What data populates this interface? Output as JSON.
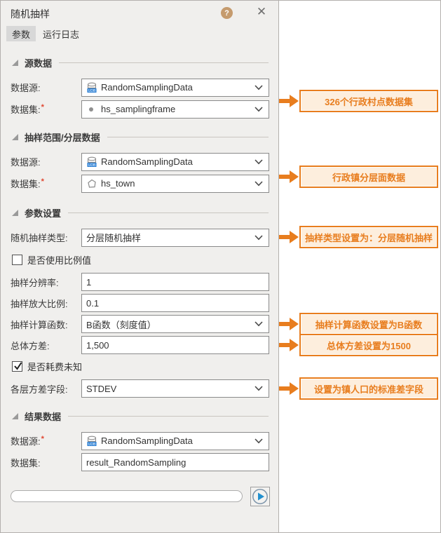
{
  "window": {
    "title": "随机抽样"
  },
  "tabs": {
    "params": "参数",
    "run_log": "运行日志"
  },
  "sections": {
    "source": {
      "title": "源数据",
      "datasource_label": "数据源:",
      "datasource_value": "RandomSamplingData",
      "dataset_label": "数据集:",
      "dataset_required_mark": "*",
      "dataset_value": "hs_samplingframe"
    },
    "range": {
      "title": "抽样范围/分层数据",
      "datasource_label": "数据源:",
      "datasource_value": "RandomSamplingData",
      "dataset_label": "数据集:",
      "dataset_required_mark": "*",
      "dataset_value": "hs_town"
    },
    "params": {
      "title": "参数设置",
      "sampling_type_label": "随机抽样类型:",
      "sampling_type_value": "分层随机抽样",
      "use_ratio_checkbox_label": "是否使用比例值",
      "use_ratio_checked": false,
      "resolution_label": "抽样分辨率:",
      "resolution_value": "1",
      "scale_label": "抽样放大比例:",
      "scale_value": "0.1",
      "function_label": "抽样计算函数:",
      "function_value": "B函数（刻度值）",
      "variance_label": "总体方差:",
      "variance_value": "1,500",
      "cost_unknown_checkbox_label": "是否耗费未知",
      "cost_unknown_checked": true,
      "strata_field_label": "各层方差字段:",
      "strata_field_value": "STDEV"
    },
    "result": {
      "title": "结果数据",
      "datasource_label": "数据源:",
      "datasource_required_mark": "*",
      "datasource_value": "RandomSamplingData",
      "dataset_label": "数据集:",
      "dataset_value": "result_RandomSampling"
    }
  },
  "annotations": {
    "a1": "326个行政村点数据集",
    "a2": "行政镇分层面数据",
    "a3": "抽样类型设置为：分层随机抽样",
    "a4": "抽样计算函数设置为B函数",
    "a5": "总体方差设置为1500",
    "a6": "设置为镇人口的标准差字段"
  },
  "icons": {
    "help": "?",
    "close": "✕",
    "udb_datasource_label": "UDB",
    "point_dataset_icon": "point-dataset-icon",
    "region_dataset_icon": "region-dataset-icon",
    "run_icon": "play-run-icon"
  },
  "colors": {
    "accent_orange": "#e87d1e",
    "annotation_bg": "#fdeedd",
    "panel_bg": "#f0efed",
    "help_icon_bg": "#c59b6e",
    "play_blue": "#2290cf",
    "required_red": "#e0452f"
  },
  "footer": {
    "progress_percent": 0
  }
}
